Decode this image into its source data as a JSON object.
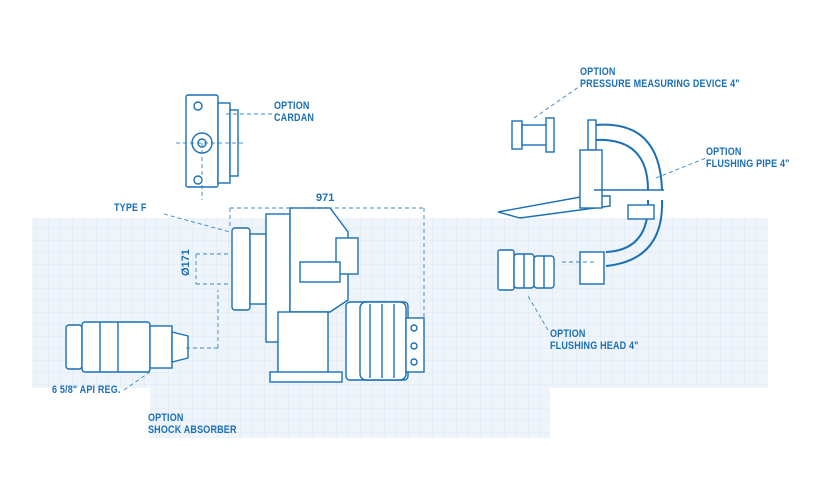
{
  "colors": {
    "accent": "#1a6fb5",
    "grid_fill": "#eef4fa",
    "grid_line": "#cfe0ef",
    "dash": "#3b86c4"
  },
  "labels": {
    "cardan": {
      "line1": "OPTION",
      "line2": "CARDAN"
    },
    "type_f": "TYPE F",
    "pressure": {
      "line1": "OPTION",
      "line2": "PRESSURE MEASURING DEVICE 4\""
    },
    "flushing_pipe": {
      "line1": "OPTION",
      "line2": "FLUSHING PIPE 4\""
    },
    "flushing_head": {
      "line1": "OPTION",
      "line2": "FLUSHING HEAD 4\""
    },
    "api": "6 5/8\" API REG.",
    "shock": {
      "line1": "OPTION",
      "line2": "SHOCK ABSORBER"
    }
  },
  "dimensions": {
    "width": "971",
    "diameter": "Ø171"
  }
}
